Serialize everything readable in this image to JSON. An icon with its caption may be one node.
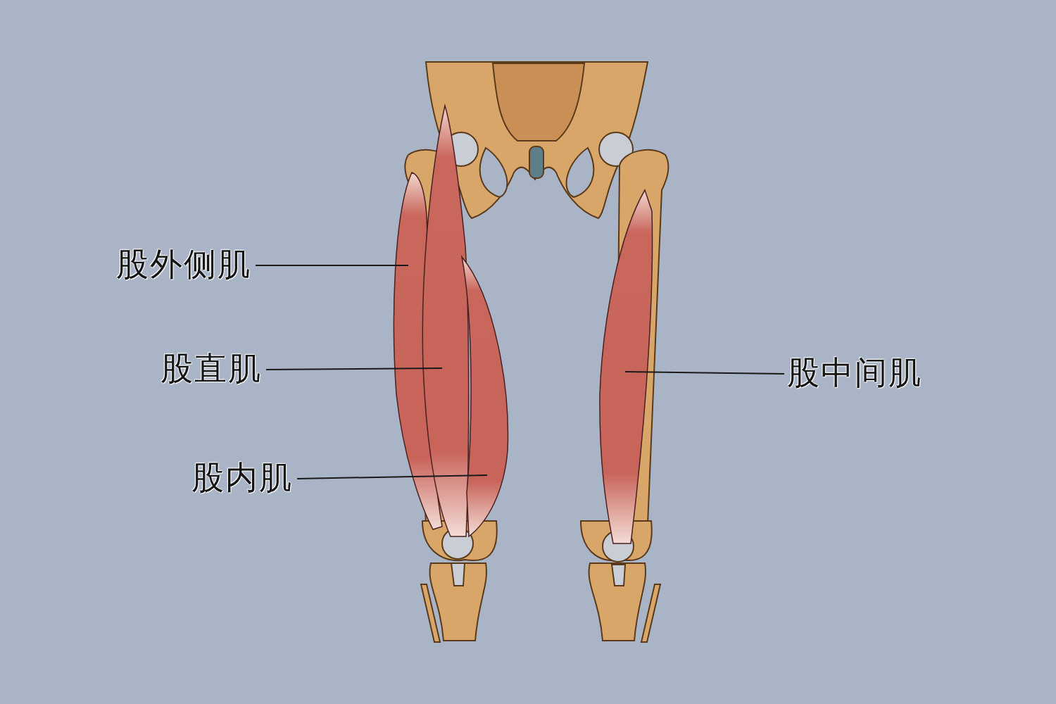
{
  "diagram": {
    "nodes": [
      {
        "text": [
          "股外侧肌"
        ]
      },
      {
        "text": [
          "股直肌"
        ]
      },
      {
        "text": [
          "股内肌"
        ]
      },
      {
        "text": [
          "股中间肌"
        ]
      },
      {
        "text": [],
        "shape": "picture"
      },
      {
        "text": [],
        "shape": "picture"
      },
      {
        "text": [],
        "shape": "picture"
      },
      {
        "text": [],
        "shape": "picture"
      }
    ],
    "edges": [
      {
        "from": 0,
        "to": 4,
        "arrow": "none"
      },
      {
        "from": 1,
        "to": 5,
        "arrow": "none"
      },
      {
        "from": 2,
        "to": 6,
        "arrow": "none"
      },
      {
        "from": 3,
        "to": 7,
        "arrow": "none"
      }
    ]
  }
}
